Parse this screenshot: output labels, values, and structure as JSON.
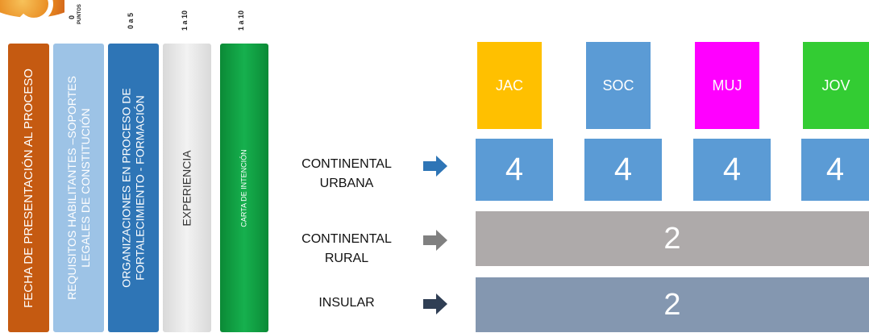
{
  "scores": {
    "col1_top": "0",
    "col1_bottom": "PUNTOS",
    "col2": "0 a 5",
    "col3": "1 a 10",
    "col4": "1 a 10"
  },
  "criteria": [
    {
      "label": "FECHA DE PRESENTACIÓN AL PROCESO",
      "color": "#c55a11"
    },
    {
      "label1": "REQUISITOS  HABILITANTES –SOPORTES",
      "label2": "LEGALES DE CONSTITUCIÓN",
      "color": "#9dc3e6"
    },
    {
      "label1": "ORGANIZACIONES  EN PROCESO DE",
      "label2": "FORTALECIMIENTO - FORMACIÓN",
      "color": "#2e75b6"
    },
    {
      "label": "EXPERIENCIA",
      "color": "#e7e6e6"
    },
    {
      "label": "CARTA DE INTENCIÓN",
      "color": "#10a040"
    }
  ],
  "categories": [
    {
      "label": "JAC",
      "color": "#ffc000"
    },
    {
      "label": "SOC",
      "color": "#5b9bd5"
    },
    {
      "label": "MUJ",
      "color": "#ff00ff"
    },
    {
      "label": "JOV",
      "color": "#33cc33"
    }
  ],
  "rows": [
    {
      "line1": "CONTINENTAL",
      "line2": "URBANA",
      "arrow_color": "#2e75b6",
      "values": [
        "4",
        "4",
        "4",
        "4"
      ]
    },
    {
      "line1": "CONTINENTAL",
      "line2": "RURAL",
      "arrow_color": "#808080",
      "value": "2",
      "color": "#aeaaaa"
    },
    {
      "line1": "INSULAR",
      "arrow_color": "#2f3e54",
      "value": "2",
      "color": "#8497b0"
    }
  ]
}
